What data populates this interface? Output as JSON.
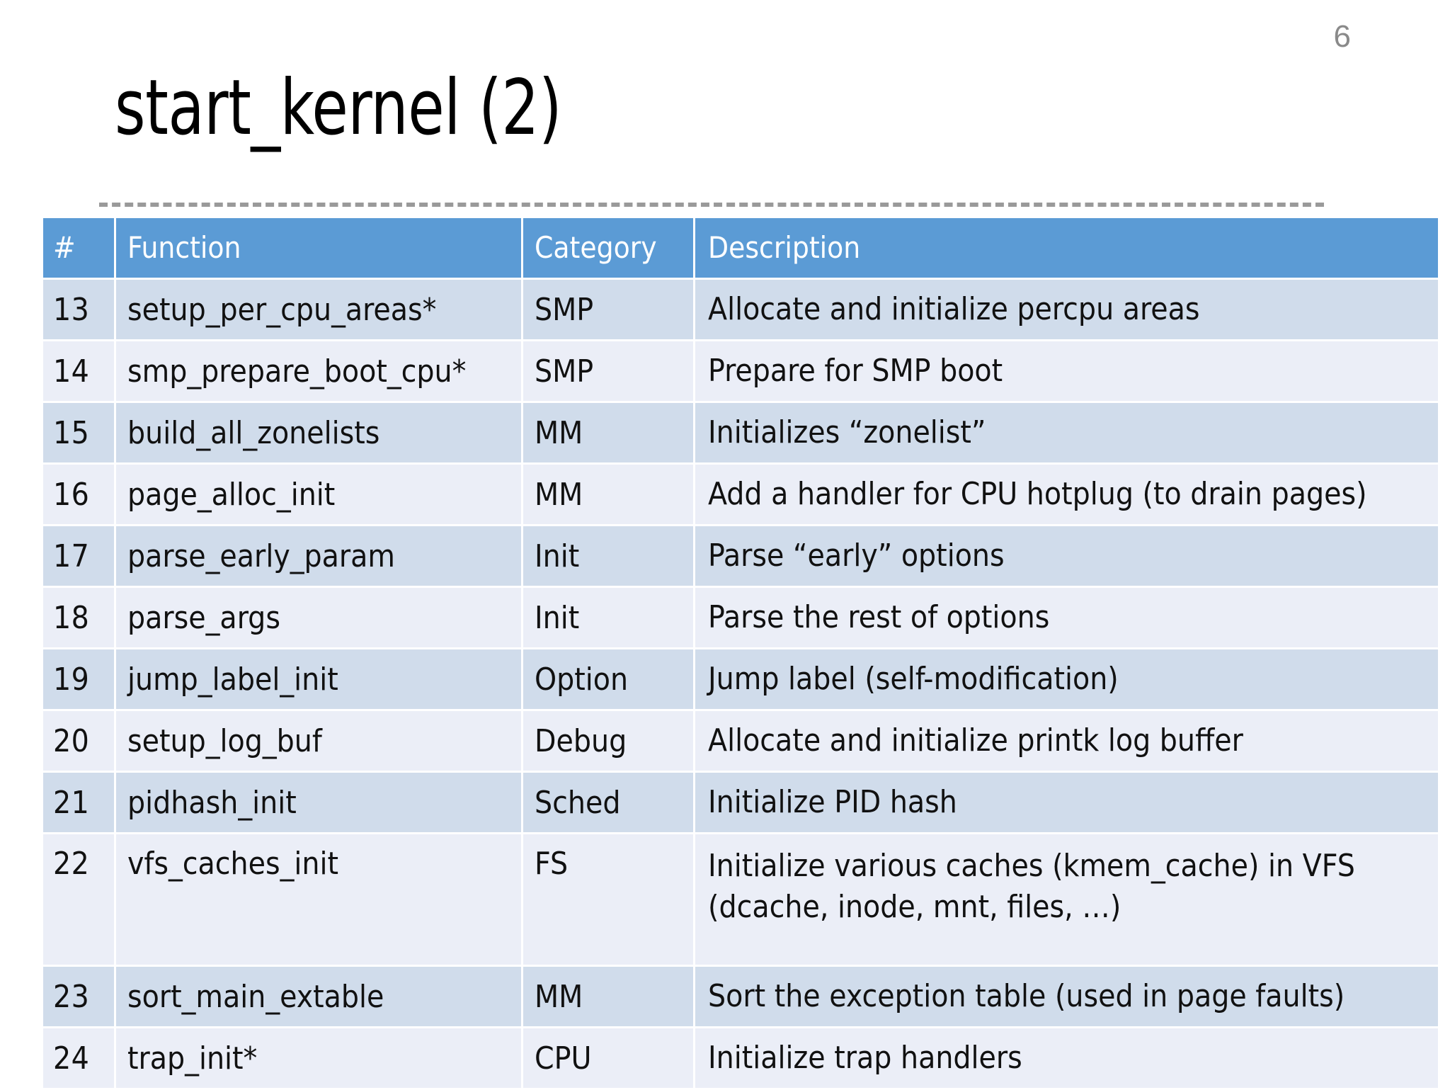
{
  "slide": {
    "number": "6",
    "title": "start_kernel (2)",
    "accent_color": "#5B9BD5",
    "row_color_odd": "#D0DCEB",
    "row_color_even": "#EBEEF7",
    "divider_color": "#9A9A9A",
    "slide_number_color": "#8A8A8A"
  },
  "table": {
    "headers": {
      "num": "#",
      "function": "Function",
      "category": "Category",
      "description": "Description"
    },
    "rows": [
      {
        "num": "13",
        "function": "setup_per_cpu_areas*",
        "category": "SMP",
        "description_line1": "Allocate and initialize percpu areas",
        "description_line2": ""
      },
      {
        "num": "14",
        "function": "smp_prepare_boot_cpu*",
        "category": "SMP",
        "description_line1": "Prepare for SMP boot",
        "description_line2": ""
      },
      {
        "num": "15",
        "function": "build_all_zonelists",
        "category": "MM",
        "description_line1": "Initializes “zonelist”",
        "description_line2": ""
      },
      {
        "num": "16",
        "function": "page_alloc_init",
        "category": "MM",
        "description_line1": "Add a handler for CPU hotplug (to drain pages)",
        "description_line2": ""
      },
      {
        "num": "17",
        "function": "parse_early_param",
        "category": "Init",
        "description_line1": "Parse “early” options",
        "description_line2": ""
      },
      {
        "num": "18",
        "function": "parse_args",
        "category": "Init",
        "description_line1": "Parse the rest of options",
        "description_line2": ""
      },
      {
        "num": "19",
        "function": "jump_label_init",
        "category": "Option",
        "description_line1": "Jump label (self-modification)",
        "description_line2": ""
      },
      {
        "num": "20",
        "function": "setup_log_buf",
        "category": "Debug",
        "description_line1": "Allocate and initialize printk log buffer",
        "description_line2": ""
      },
      {
        "num": "21",
        "function": "pidhash_init",
        "category": "Sched",
        "description_line1": "Initialize PID hash",
        "description_line2": ""
      },
      {
        "num": "22",
        "function": "vfs_caches_init",
        "category": "FS",
        "description_line1": "Initialize various caches (kmem_cache) in VFS",
        "description_line2": "(dcache, inode, mnt, files, …)"
      },
      {
        "num": "23",
        "function": "sort_main_extable",
        "category": "MM",
        "description_line1": "Sort the exception table (used in page faults)",
        "description_line2": ""
      },
      {
        "num": "24",
        "function": "trap_init*",
        "category": "CPU",
        "description_line1": "Initialize trap handlers",
        "description_line2": ""
      }
    ]
  }
}
